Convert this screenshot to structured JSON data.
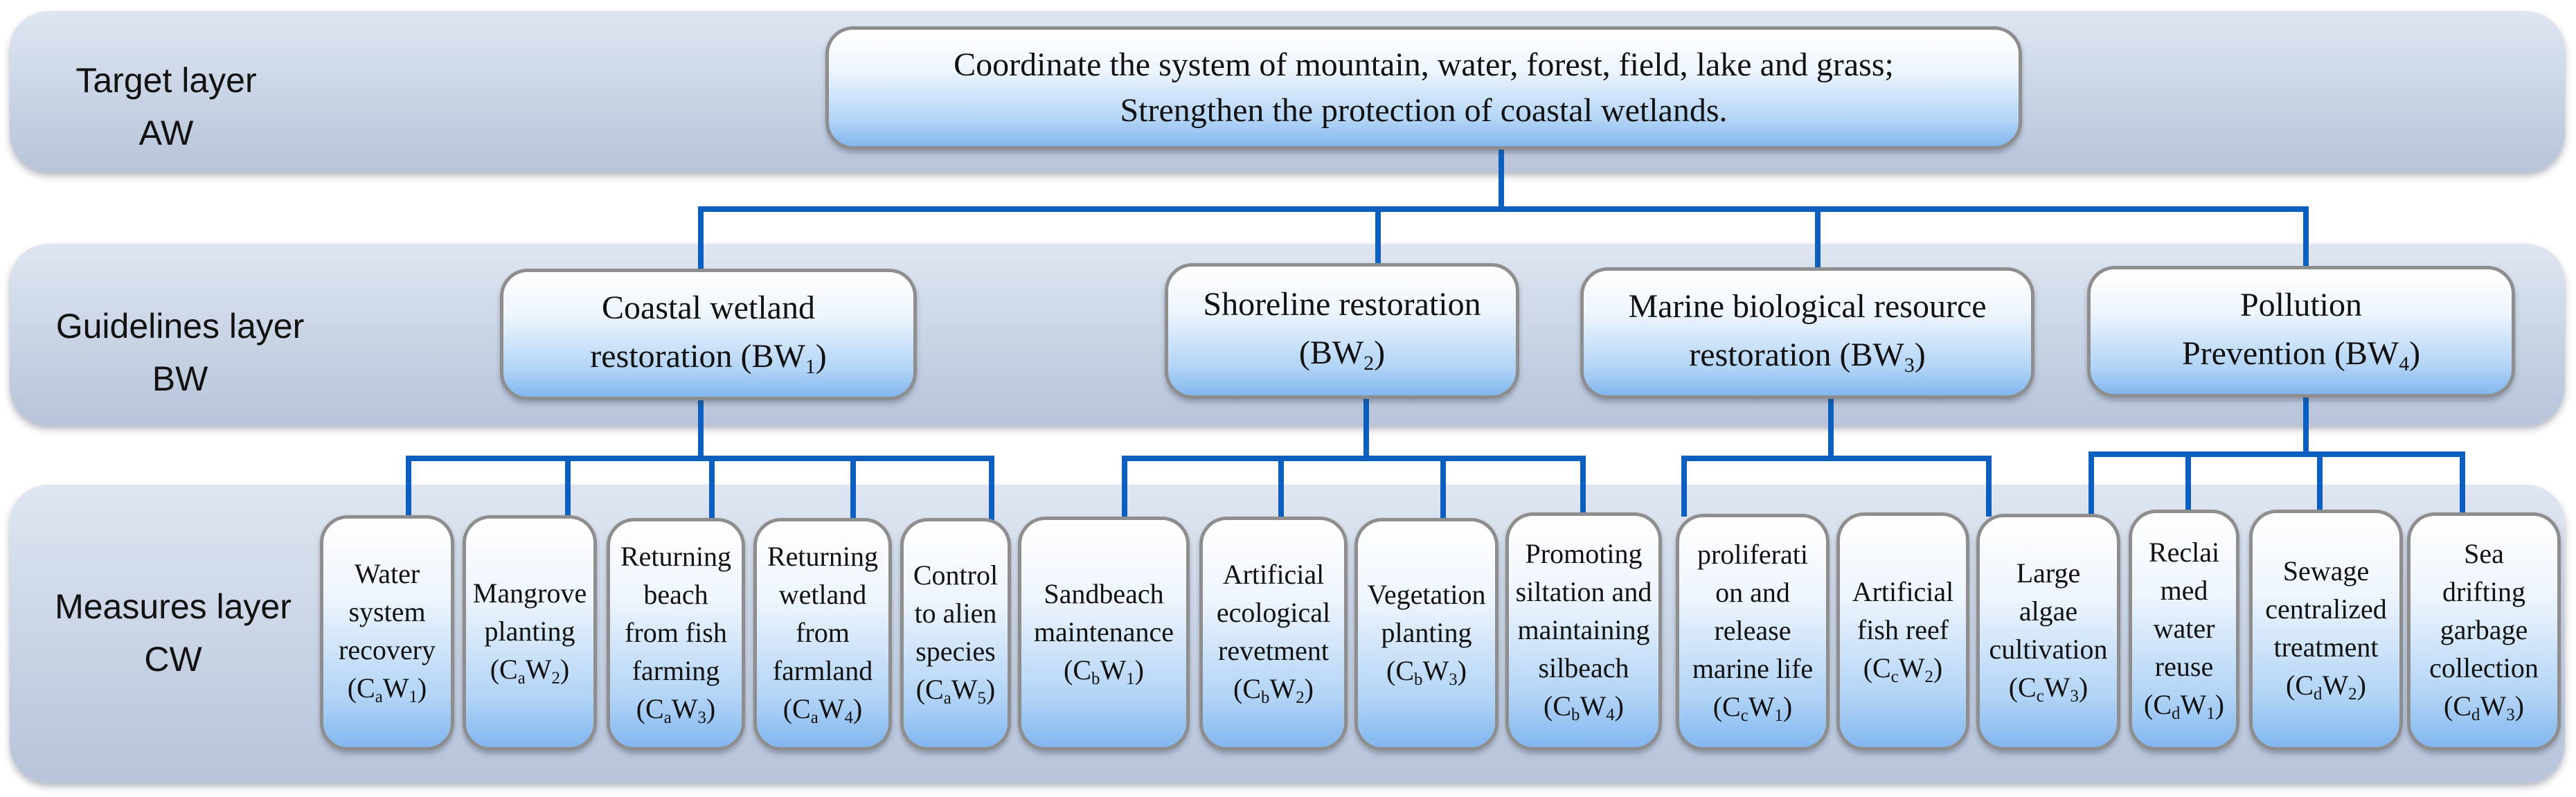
{
  "layers": [
    {
      "id": "target",
      "label": "Target layer\nAW"
    },
    {
      "id": "guidelines",
      "label": "Guidelines layer\nBW"
    },
    {
      "id": "measures",
      "label": "Measures layer\nCW"
    }
  ],
  "goal": {
    "lines": [
      [
        {
          "t": "Coordinate the system of mountain, water, forest, field, lake and grass;"
        }
      ],
      [
        {
          "t": "Strengthen the protection of coastal wetlands."
        }
      ]
    ]
  },
  "guidelines": [
    {
      "id": "BW1",
      "lines": [
        [
          {
            "t": "Coastal wetland"
          }
        ],
        [
          {
            "t": "restoration (BW"
          },
          {
            "sub": "1"
          },
          {
            "t": ")"
          }
        ]
      ]
    },
    {
      "id": "BW2",
      "lines": [
        [
          {
            "t": "Shoreline restoration"
          }
        ],
        [
          {
            "t": "(BW"
          },
          {
            "sub": "2"
          },
          {
            "t": ")"
          }
        ]
      ]
    },
    {
      "id": "BW3",
      "lines": [
        [
          {
            "t": "Marine biological resource"
          }
        ],
        [
          {
            "t": "restoration   (BW"
          },
          {
            "sub": "3"
          },
          {
            "t": ")"
          }
        ]
      ]
    },
    {
      "id": "BW4",
      "lines": [
        [
          {
            "t": "Pollution"
          }
        ],
        [
          {
            "t": "Prevention (BW"
          },
          {
            "sub": "4"
          },
          {
            "t": ")"
          }
        ]
      ]
    }
  ],
  "measures": [
    {
      "id": "CaW1",
      "parent": "BW1",
      "lines": [
        [
          {
            "t": "Water"
          }
        ],
        [
          {
            "t": "system"
          }
        ],
        [
          {
            "t": "recovery"
          }
        ],
        [
          {
            "t": "(C"
          },
          {
            "sub": "a"
          },
          {
            "t": "W"
          },
          {
            "sub": "1"
          },
          {
            "t": ")"
          }
        ]
      ]
    },
    {
      "id": "CaW2",
      "parent": "BW1",
      "lines": [
        [
          {
            "t": "Mangrove"
          }
        ],
        [
          {
            "t": "planting"
          }
        ],
        [
          {
            "t": "(C"
          },
          {
            "sub": "a"
          },
          {
            "t": "W"
          },
          {
            "sub": "2"
          },
          {
            "t": ")"
          }
        ]
      ]
    },
    {
      "id": "CaW3",
      "parent": "BW1",
      "lines": [
        [
          {
            "t": "Returning"
          }
        ],
        [
          {
            "t": "beach"
          }
        ],
        [
          {
            "t": "from fish"
          }
        ],
        [
          {
            "t": "farming"
          }
        ],
        [
          {
            "t": "(C"
          },
          {
            "sub": "a"
          },
          {
            "t": "W"
          },
          {
            "sub": "3"
          },
          {
            "t": ")"
          }
        ]
      ]
    },
    {
      "id": "CaW4",
      "parent": "BW1",
      "lines": [
        [
          {
            "t": "Returning"
          }
        ],
        [
          {
            "t": "wetland"
          }
        ],
        [
          {
            "t": "from"
          }
        ],
        [
          {
            "t": "farmland"
          }
        ],
        [
          {
            "t": "(C"
          },
          {
            "sub": "a"
          },
          {
            "t": "W"
          },
          {
            "sub": "4"
          },
          {
            "t": ")"
          }
        ]
      ]
    },
    {
      "id": "CaW5",
      "parent": "BW1",
      "lines": [
        [
          {
            "t": "Control"
          }
        ],
        [
          {
            "t": "to alien"
          }
        ],
        [
          {
            "t": "species"
          }
        ],
        [
          {
            "t": "(C"
          },
          {
            "sub": "a"
          },
          {
            "t": "W"
          },
          {
            "sub": "5"
          },
          {
            "t": ")"
          }
        ]
      ]
    },
    {
      "id": "CbW1",
      "parent": "BW2",
      "lines": [
        [
          {
            "t": "Sandbeach"
          }
        ],
        [
          {
            "t": "maintenance"
          }
        ],
        [
          {
            "t": "(C"
          },
          {
            "sub": "b"
          },
          {
            "t": "W"
          },
          {
            "sub": "1"
          },
          {
            "t": ")"
          }
        ]
      ]
    },
    {
      "id": "CbW2",
      "parent": "BW2",
      "lines": [
        [
          {
            "t": "Artificial"
          }
        ],
        [
          {
            "t": "ecological"
          }
        ],
        [
          {
            "t": "revetment"
          }
        ],
        [
          {
            "t": "(C"
          },
          {
            "sub": "b"
          },
          {
            "t": "W"
          },
          {
            "sub": "2"
          },
          {
            "t": ")"
          }
        ]
      ]
    },
    {
      "id": "CbW3",
      "parent": "BW2",
      "lines": [
        [
          {
            "t": "Vegetation"
          }
        ],
        [
          {
            "t": "planting"
          }
        ],
        [
          {
            "t": "(C"
          },
          {
            "sub": "b"
          },
          {
            "t": "W"
          },
          {
            "sub": "3"
          },
          {
            "t": ")"
          }
        ]
      ]
    },
    {
      "id": "CbW4",
      "parent": "BW2",
      "lines": [
        [
          {
            "t": "Promoting"
          }
        ],
        [
          {
            "t": "siltation and"
          }
        ],
        [
          {
            "t": "maintaining"
          }
        ],
        [
          {
            "t": "silbeach"
          }
        ],
        [
          {
            "t": "(C"
          },
          {
            "sub": "b"
          },
          {
            "t": "W"
          },
          {
            "sub": "4"
          },
          {
            "t": ")"
          }
        ]
      ]
    },
    {
      "id": "CcW1",
      "parent": "BW3",
      "lines": [
        [
          {
            "t": "proliferati"
          }
        ],
        [
          {
            "t": "on and"
          }
        ],
        [
          {
            "t": "release"
          }
        ],
        [
          {
            "t": "marine life"
          }
        ],
        [
          {
            "t": "(C"
          },
          {
            "sub": "c"
          },
          {
            "t": "W"
          },
          {
            "sub": "1"
          },
          {
            "t": ")"
          }
        ]
      ]
    },
    {
      "id": "CcW2",
      "parent": "BW3",
      "lines": [
        [
          {
            "t": "Artificial"
          }
        ],
        [
          {
            "t": "fish reef"
          }
        ],
        [
          {
            "t": "(C"
          },
          {
            "sub": "c"
          },
          {
            "t": "W"
          },
          {
            "sub": "2"
          },
          {
            "t": ")"
          }
        ]
      ]
    },
    {
      "id": "CcW3",
      "parent": "BW3",
      "lines": [
        [
          {
            "t": "Large"
          }
        ],
        [
          {
            "t": "algae"
          }
        ],
        [
          {
            "t": "cultivation"
          }
        ],
        [
          {
            "t": "(C"
          },
          {
            "sub": "c"
          },
          {
            "t": "W"
          },
          {
            "sub": "3"
          },
          {
            "t": ")"
          }
        ]
      ]
    },
    {
      "id": "CdW1",
      "parent": "BW4",
      "lines": [
        [
          {
            "t": "Reclai"
          }
        ],
        [
          {
            "t": "med"
          }
        ],
        [
          {
            "t": "water"
          }
        ],
        [
          {
            "t": "reuse"
          }
        ],
        [
          {
            "t": "(C"
          },
          {
            "sub": "d"
          },
          {
            "t": "W"
          },
          {
            "sub": "1"
          },
          {
            "t": ")"
          }
        ]
      ]
    },
    {
      "id": "CdW2",
      "parent": "BW4",
      "lines": [
        [
          {
            "t": "Sewage"
          }
        ],
        [
          {
            "t": "centralized"
          }
        ],
        [
          {
            "t": "treatment"
          }
        ],
        [
          {
            "t": "(C"
          },
          {
            "sub": "d"
          },
          {
            "t": "W"
          },
          {
            "sub": "2"
          },
          {
            "t": ")"
          }
        ]
      ]
    },
    {
      "id": "CdW3",
      "parent": "BW4",
      "lines": [
        [
          {
            "t": "Sea"
          }
        ],
        [
          {
            "t": "drifting"
          }
        ],
        [
          {
            "t": "garbage"
          }
        ],
        [
          {
            "t": "collection"
          }
        ],
        [
          {
            "t": "(C"
          },
          {
            "sub": "d"
          },
          {
            "t": "W"
          },
          {
            "sub": "3"
          },
          {
            "t": ")"
          }
        ]
      ]
    }
  ],
  "colors": {
    "connector": "#0c5fbf",
    "node_border": "#8e8e8e",
    "band": "#c8d3e4"
  }
}
